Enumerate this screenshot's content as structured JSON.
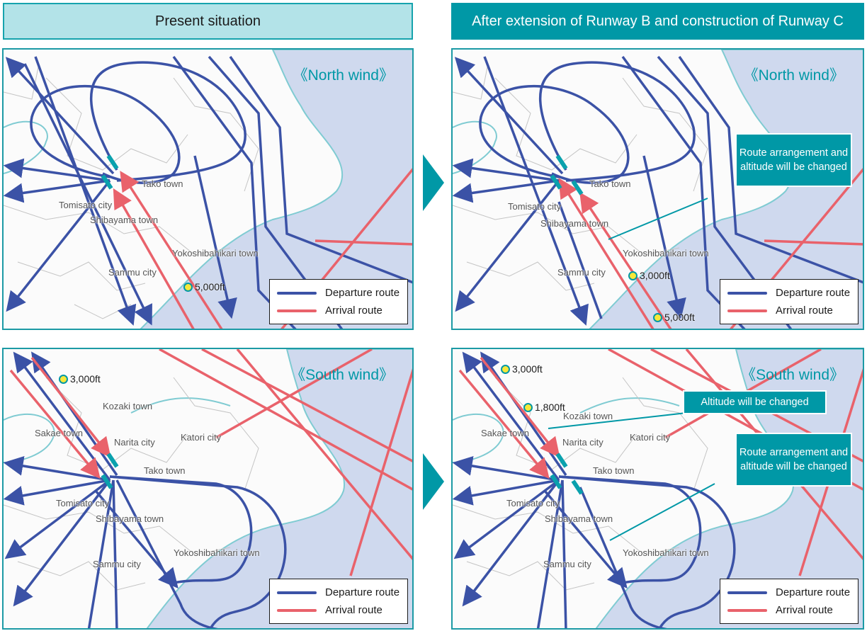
{
  "headers": {
    "left": "Present situation",
    "right": "After extension of Runway B and construction of Runway C"
  },
  "legend": {
    "departure": "Departure route",
    "arrival": "Arrival route",
    "departure_color": "#3b52a6",
    "arrival_color": "#e9626b"
  },
  "wind": {
    "north": "《North wind》",
    "south": "《South wind》"
  },
  "places": {
    "tako": "Tako town",
    "tomisato": "Tomisato city",
    "shibayama": "Shibayama town",
    "yokoshibahikari": "Yokoshibahikari town",
    "sammu": "Sammu city",
    "kozaki": "Kozaki town",
    "sakae": "Sakae town",
    "narita": "Narita city",
    "katori": "Katori city"
  },
  "altitudes": {
    "a5000": "5,000ft",
    "a3000": "3,000ft",
    "a1800": "1,800ft"
  },
  "callouts": {
    "route_altitude": "Route arrangement and altitude will be changed",
    "altitude": "Altitude will be changed"
  },
  "colors": {
    "sea": "#cfd9ee",
    "coast": "#7fcbd2",
    "accent": "#0098a6",
    "runway": "#0aa1ad"
  }
}
